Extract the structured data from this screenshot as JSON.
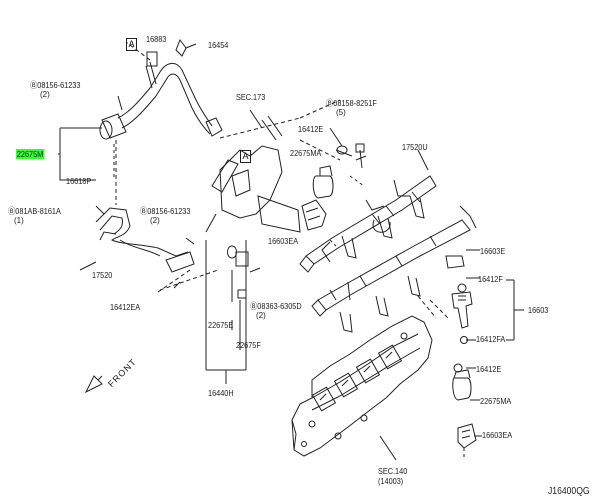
{
  "labels": {
    "p16883": "16883",
    "p16454": "16454",
    "b08156_61233_top": "Ⓑ08156-61233",
    "q2_top": "(2)",
    "sec173": "SEC.173",
    "b08158_8251f": "Ⓑ08158-8251F",
    "q5": "(5)",
    "p16412e_top": "16412E",
    "p22675ma_top": "22675MA",
    "p17520u": "17520U",
    "p22675m": "22675M",
    "p16618p": "16618P",
    "b081ab_8161a": "Ⓑ081AB-8161A",
    "q1": "(1)",
    "b08156_61233_mid": "Ⓑ08156-61233",
    "q2_mid": "(2)",
    "p16603ea_top": "16603EA",
    "p16603e": "16603E",
    "p17520": "17520",
    "p16412f": "16412F",
    "p16412ea": "16412EA",
    "b08363_6305d": "Ⓑ08363-6305D",
    "q2_low": "(2)",
    "p16603": "16603",
    "p22675e": "22675E",
    "p16412fa": "16412FA",
    "p22675f": "22675F",
    "p16412e_low": "16412E",
    "p16440h": "16440H",
    "p22675ma_low": "22675MA",
    "p16603ea_low": "16603EA",
    "sec140_a": "SEC.140",
    "sec140_b": "(14003)",
    "front": "FRONT",
    "ref_a1": "A",
    "ref_a2": "A",
    "diagram_code": "J16400QG"
  }
}
